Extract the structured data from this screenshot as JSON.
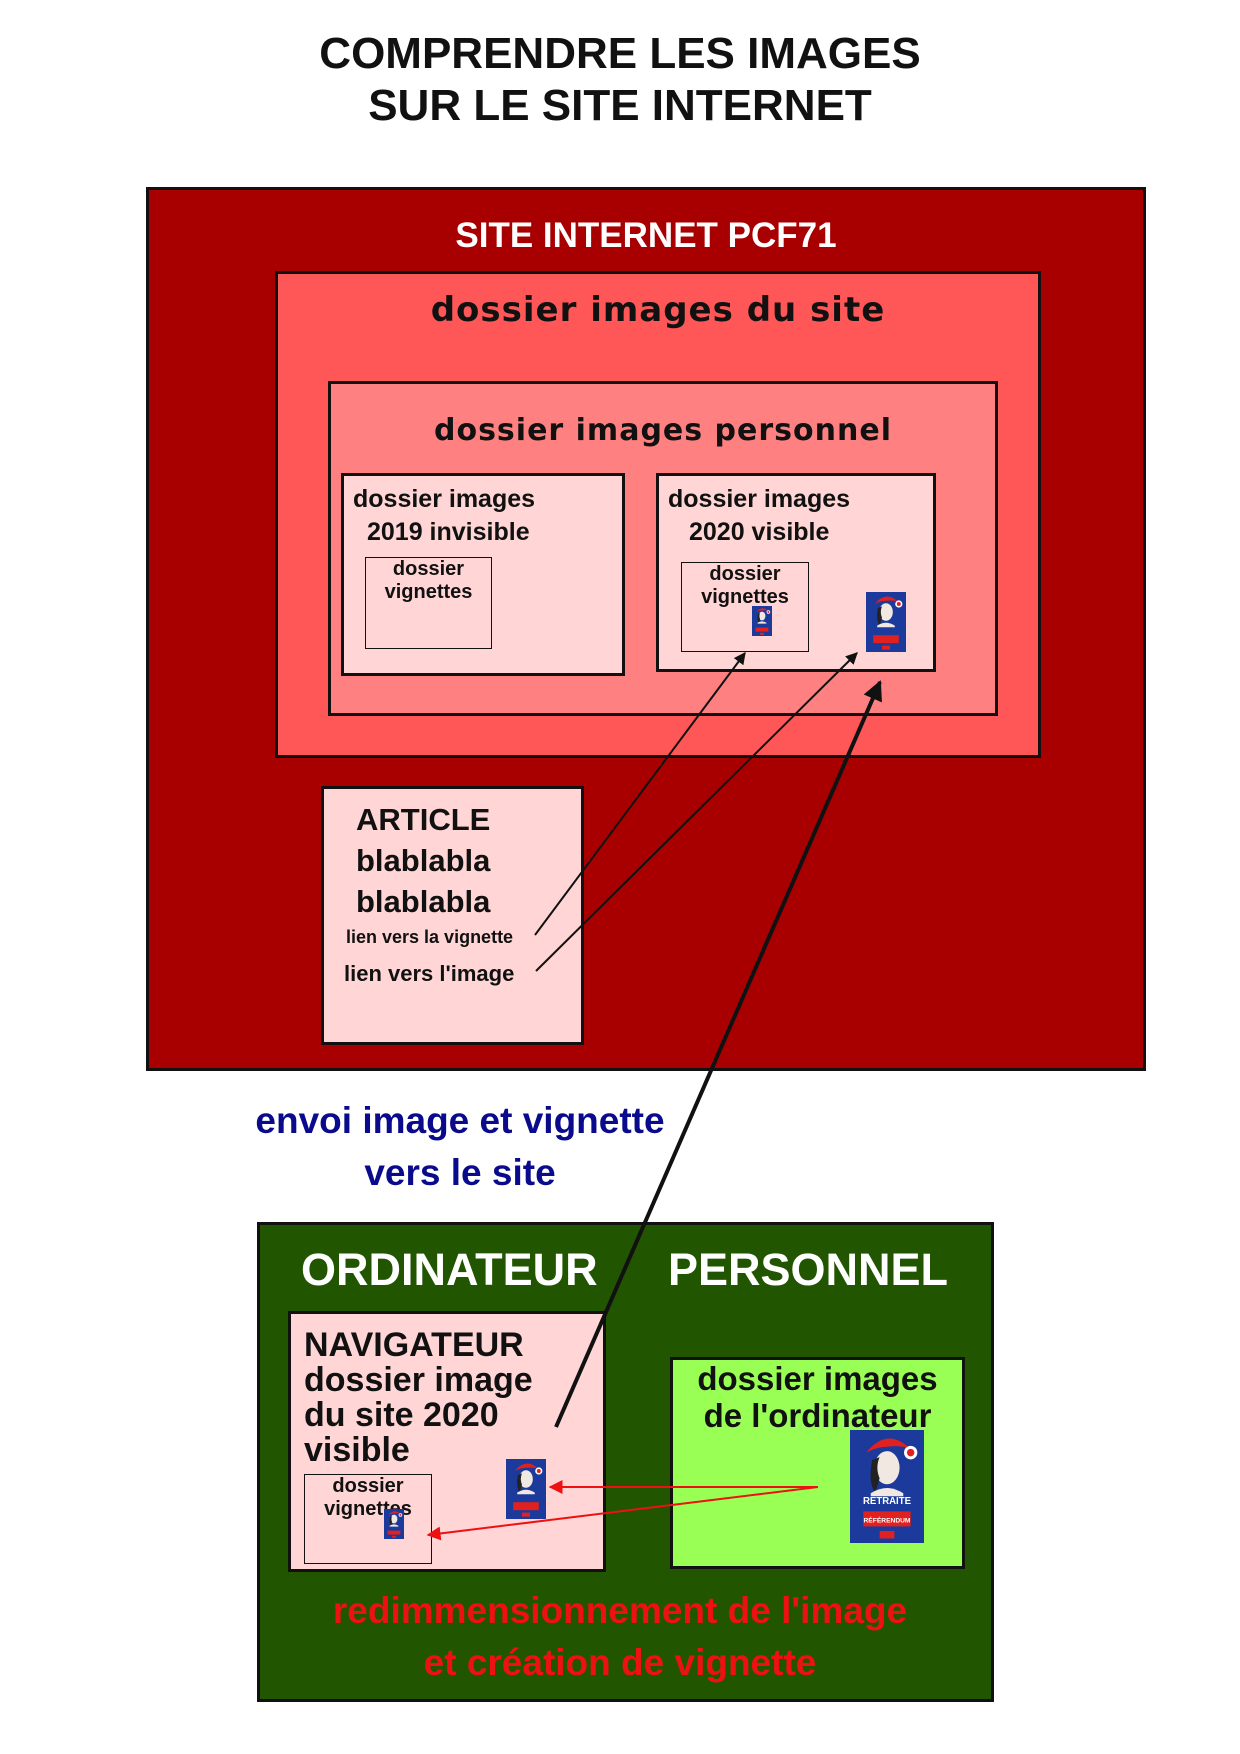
{
  "title": {
    "line1": "COMPRENDRE LES IMAGES",
    "line2": "SUR LE SITE INTERNET"
  },
  "site": {
    "label": "SITE INTERNET PCF71",
    "images_folder": "dossier images du site",
    "personal_folder": "dossier images personnel",
    "folder_2019": {
      "line1": "dossier images",
      "line2": "2019 invisible"
    },
    "folder_2020": {
      "line1": "dossier images",
      "line2": "2020 visible"
    },
    "thumbnails": {
      "line1": "dossier",
      "line2": "vignettes"
    }
  },
  "article": {
    "line1": "ARTICLE",
    "line2": "blablabla",
    "line3": "blablabla",
    "link_thumb": "lien vers la vignette",
    "link_image": "lien vers l'image"
  },
  "upload_label": {
    "line1": "envoi image et vignette",
    "line2": "vers le site"
  },
  "computer": {
    "title_left": "ORDINATEUR",
    "title_right": "PERSONNEL",
    "browser": {
      "line1": "NAVIGATEUR",
      "line2": "dossier image",
      "line3": "du site 2020",
      "line4": "visible"
    },
    "thumbnails": {
      "line1": "dossier",
      "line2": "vignettes"
    },
    "local_folder": {
      "line1": "dossier images",
      "line2": "de l'ordinateur"
    }
  },
  "resize_label": {
    "line1": "redimmensionnement de l'image",
    "line2": "et création de vignette"
  },
  "poster": {
    "title": "RETRAITE",
    "footer": "RÉFÉRENDUM"
  },
  "colors": {
    "site": "#a80000",
    "images_folder": "#ff5757",
    "personal_folder": "#ff8080",
    "light_box": "#ffd5d5",
    "computer": "#225500",
    "local_folder": "#99ff55",
    "upload_text": "#0a0a8c",
    "resize_text": "#ee1111",
    "poster_blue": "#1b3a9c"
  }
}
